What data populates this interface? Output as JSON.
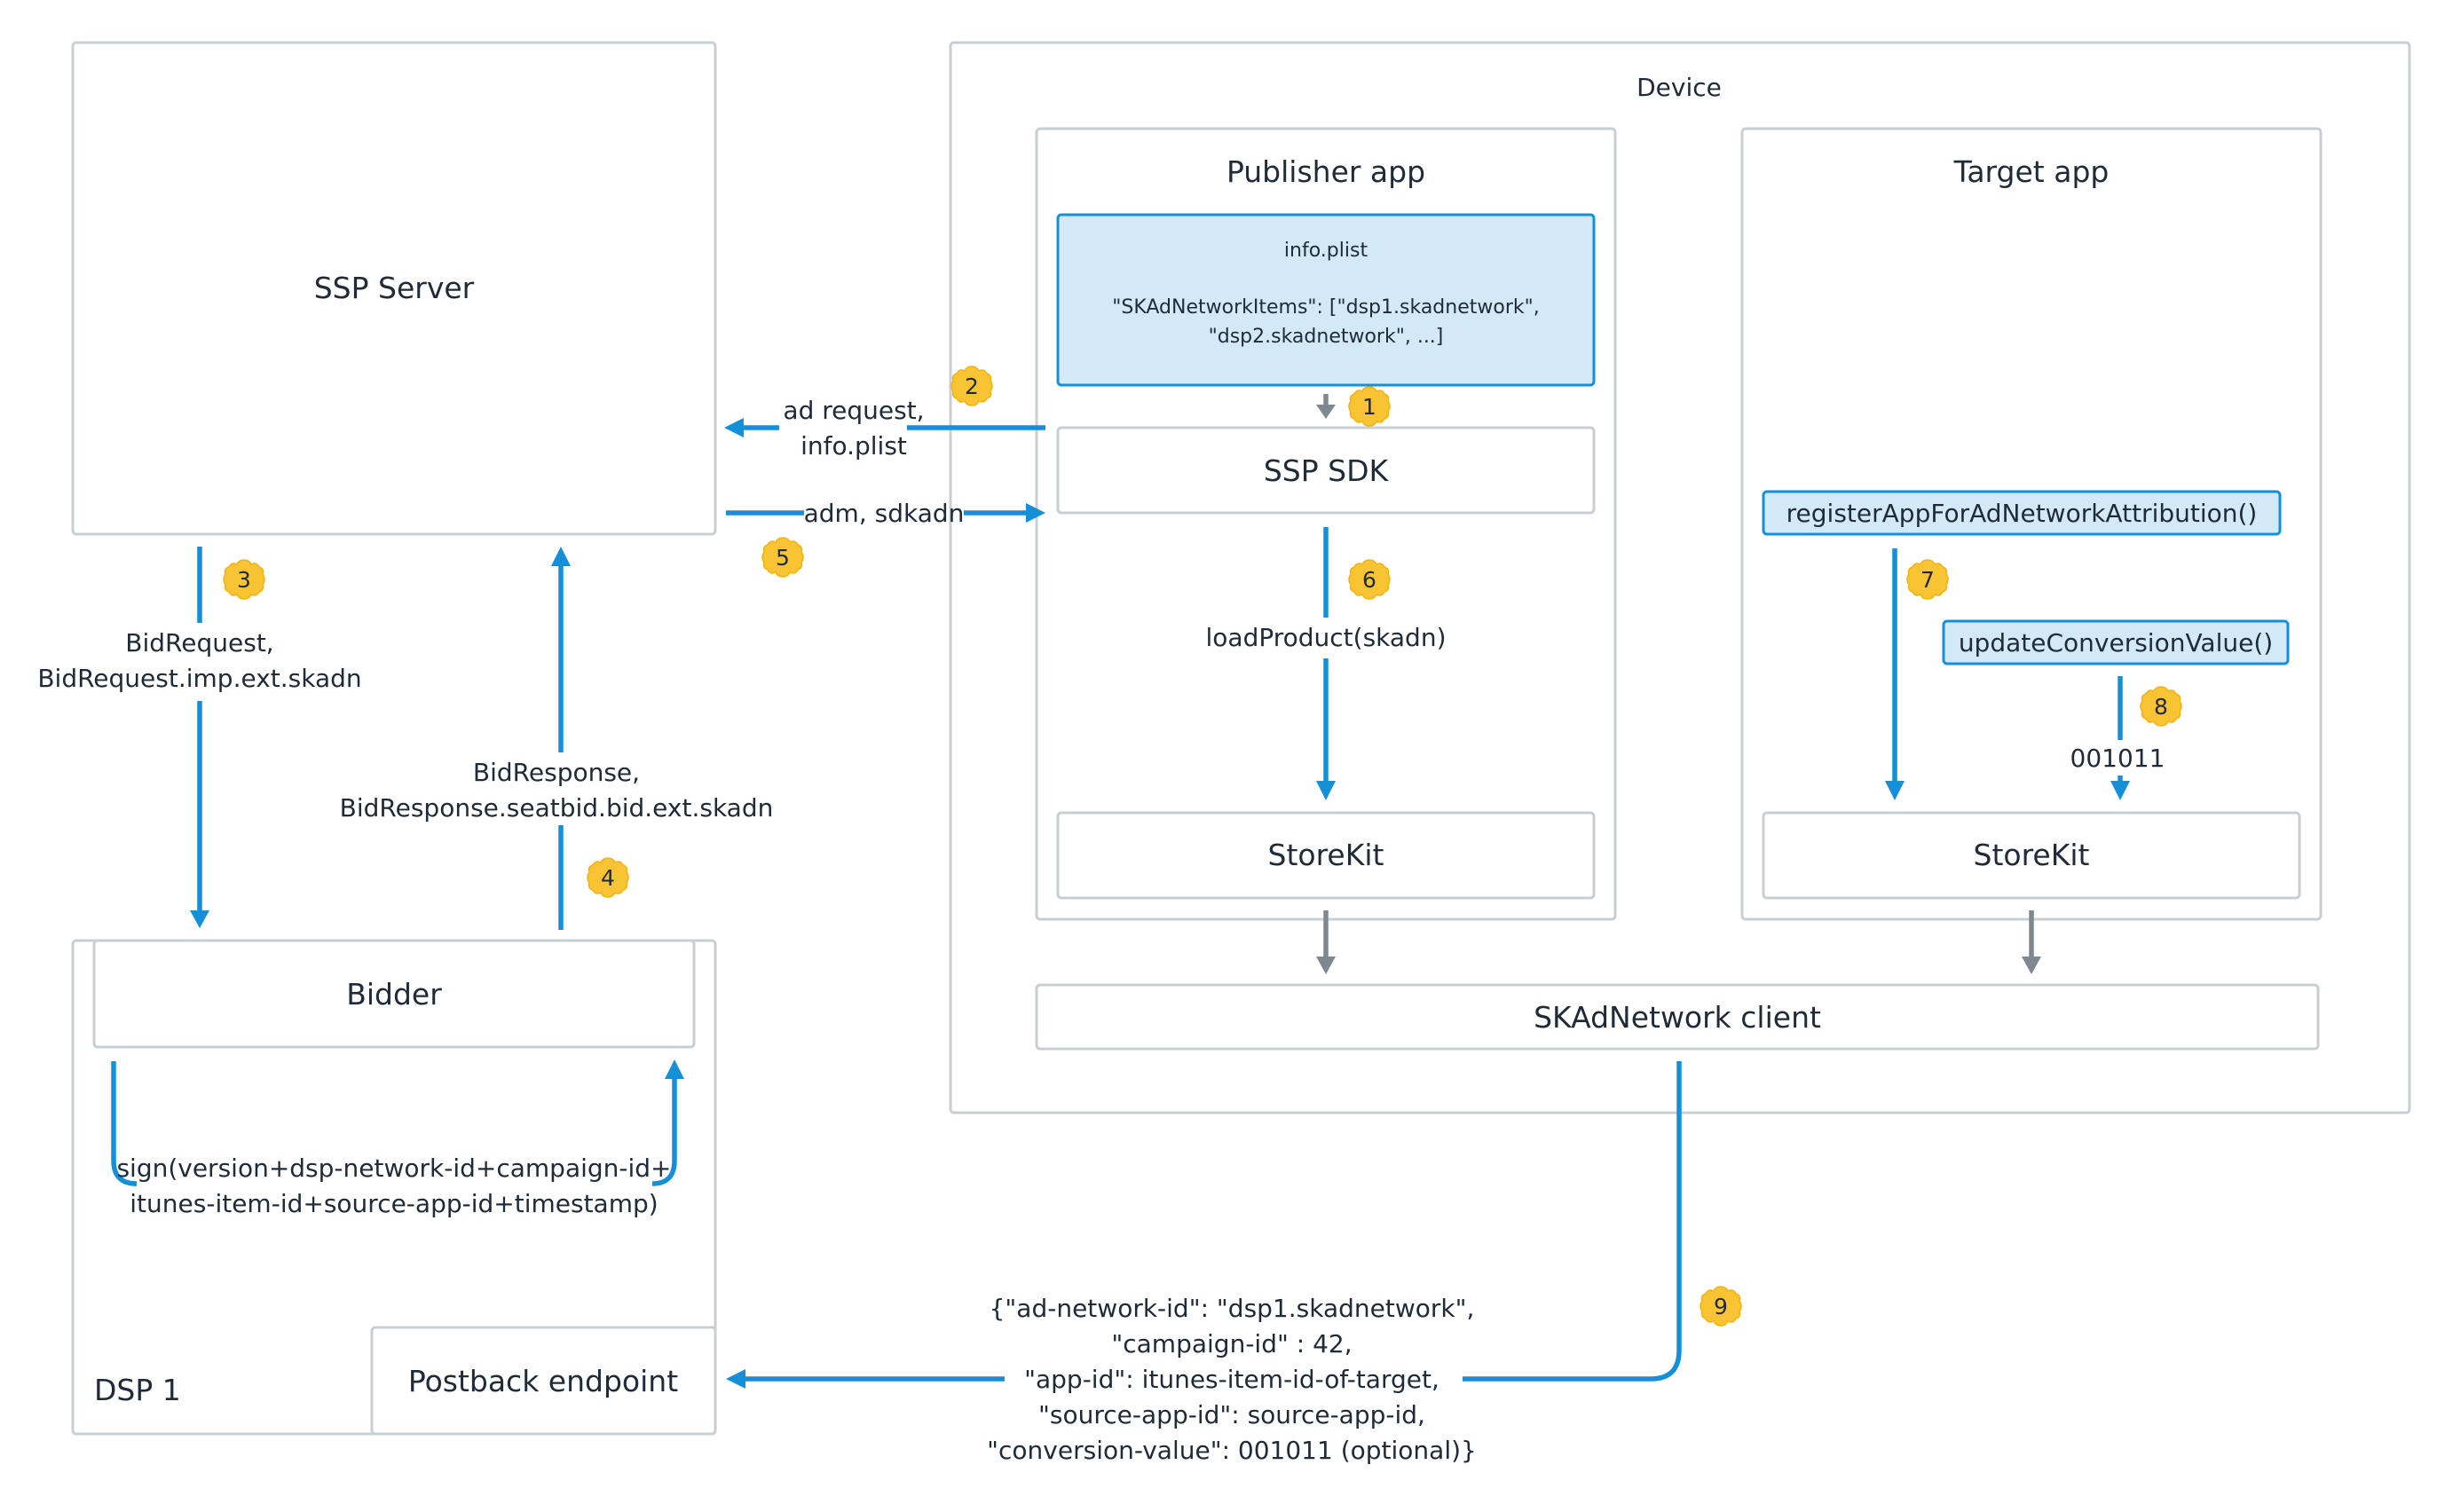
{
  "boxes": {
    "ssp_server": "SSP Server",
    "device": "Device",
    "publisher_app": "Publisher app",
    "target_app": "Target app",
    "info_plist_title": "info.plist",
    "info_plist_line1": "\"SKAdNetworkItems\": [\"dsp1.skadnetwork\",",
    "info_plist_line2": "\"dsp2.skadnetwork\", ...]",
    "ssp_sdk": "SSP SDK",
    "storekit_publisher": "StoreKit",
    "storekit_target": "StoreKit",
    "register_call": "registerAppForAdNetworkAttribution()",
    "update_call": "updateConversionValue()",
    "skadnetwork_client": "SKAdNetwork client",
    "bidder": "Bidder",
    "dsp1": "DSP 1",
    "postback_endpoint": "Postback endpoint"
  },
  "labels": {
    "ad_request_line1": "ad request,",
    "ad_request_line2": "info.plist",
    "adm_sdkadn": "adm, sdkadn",
    "bid_request_line1": "BidRequest,",
    "bid_request_line2": "BidRequest.imp.ext.skadn",
    "bid_response_line1": "BidResponse,",
    "bid_response_line2": "BidResponse.seatbid.bid.ext.skadn",
    "load_product": "loadProduct(skadn)",
    "conversion_bits": "001011",
    "sign_line1": "sign(version+dsp-network-id+campaign-id+",
    "sign_line2": "itunes-item-id+source-app-id+timestamp)",
    "postback_line1": "{\"ad-network-id\": \"dsp1.skadnetwork\",",
    "postback_line2": "\"campaign-id\" : 42,",
    "postback_line3": "\"app-id\": itunes-item-id-of-target,",
    "postback_line4": "\"source-app-id\": source-app-id,",
    "postback_line5": "\"conversion-value\": 001011 (optional)}"
  },
  "steps": {
    "s1": "1",
    "s2": "2",
    "s3": "3",
    "s4": "4",
    "s5": "5",
    "s6": "6",
    "s7": "7",
    "s8": "8",
    "s9": "9"
  },
  "colors": {
    "flow_arrow": "#1590d8",
    "device_arrow": "#7f8890",
    "highlight_fill": "#d3e9f7",
    "box_border": "#c9ced3",
    "step_badge": "#f9c433",
    "text": "#1f2b36"
  }
}
